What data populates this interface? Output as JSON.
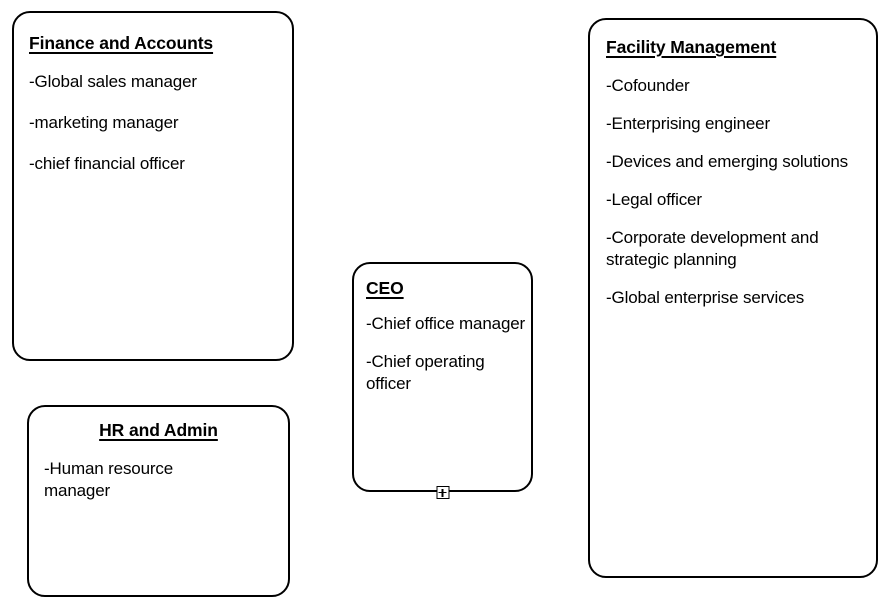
{
  "diagram": {
    "type": "organization-chart",
    "background_color": "#ffffff",
    "line_color": "#000000",
    "text_color": "#000000",
    "nodes": [
      {
        "id": "finance",
        "title": "Finance and Accounts",
        "items": [
          "-Global sales manager",
          "-marketing manager",
          "-chief financial officer"
        ]
      },
      {
        "id": "hr",
        "title": "HR and Admin",
        "items": [
          "-Human resource manager"
        ]
      },
      {
        "id": "ceo",
        "title": "CEO",
        "items": [
          "-Chief office manager",
          "-Chief operating officer"
        ]
      },
      {
        "id": "facility",
        "title": "Facility Management",
        "items": [
          "-Cofounder",
          "-Enterprising engineer",
          "-Devices and emerging solutions",
          "-Legal officer",
          "-Corporate development and strategic planning",
          "-Global enterprise services"
        ]
      }
    ],
    "handles": {
      "ceo_expand": "plus-handle-icon"
    }
  }
}
